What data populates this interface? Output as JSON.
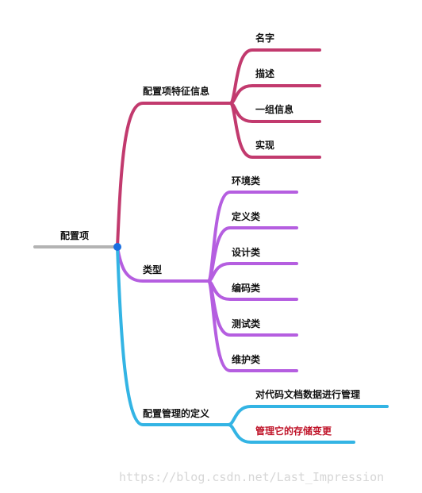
{
  "root": {
    "label": "配置项"
  },
  "branches": [
    {
      "label": "配置项特征信息",
      "color": "#c23a6e",
      "children": [
        {
          "label": "名字"
        },
        {
          "label": "描述"
        },
        {
          "label": "一组信息"
        },
        {
          "label": "实现"
        }
      ]
    },
    {
      "label": "类型",
      "color": "#b55ee0",
      "children": [
        {
          "label": "环境类"
        },
        {
          "label": "定义类"
        },
        {
          "label": "设计类"
        },
        {
          "label": "编码类"
        },
        {
          "label": "测试类"
        },
        {
          "label": "维护类"
        }
      ]
    },
    {
      "label": "配置管理的定义",
      "color": "#33b4e4",
      "children": [
        {
          "label": "对代码文档数据进行管理",
          "highlight": false
        },
        {
          "label": "管理它的存储变更",
          "highlight": true,
          "color": "#c0152a"
        }
      ]
    }
  ],
  "colors": {
    "root_line": "#b3b3b3",
    "root_dot": "#1a6fe0"
  },
  "watermark": "https://blog.csdn.net/Last_Impression"
}
